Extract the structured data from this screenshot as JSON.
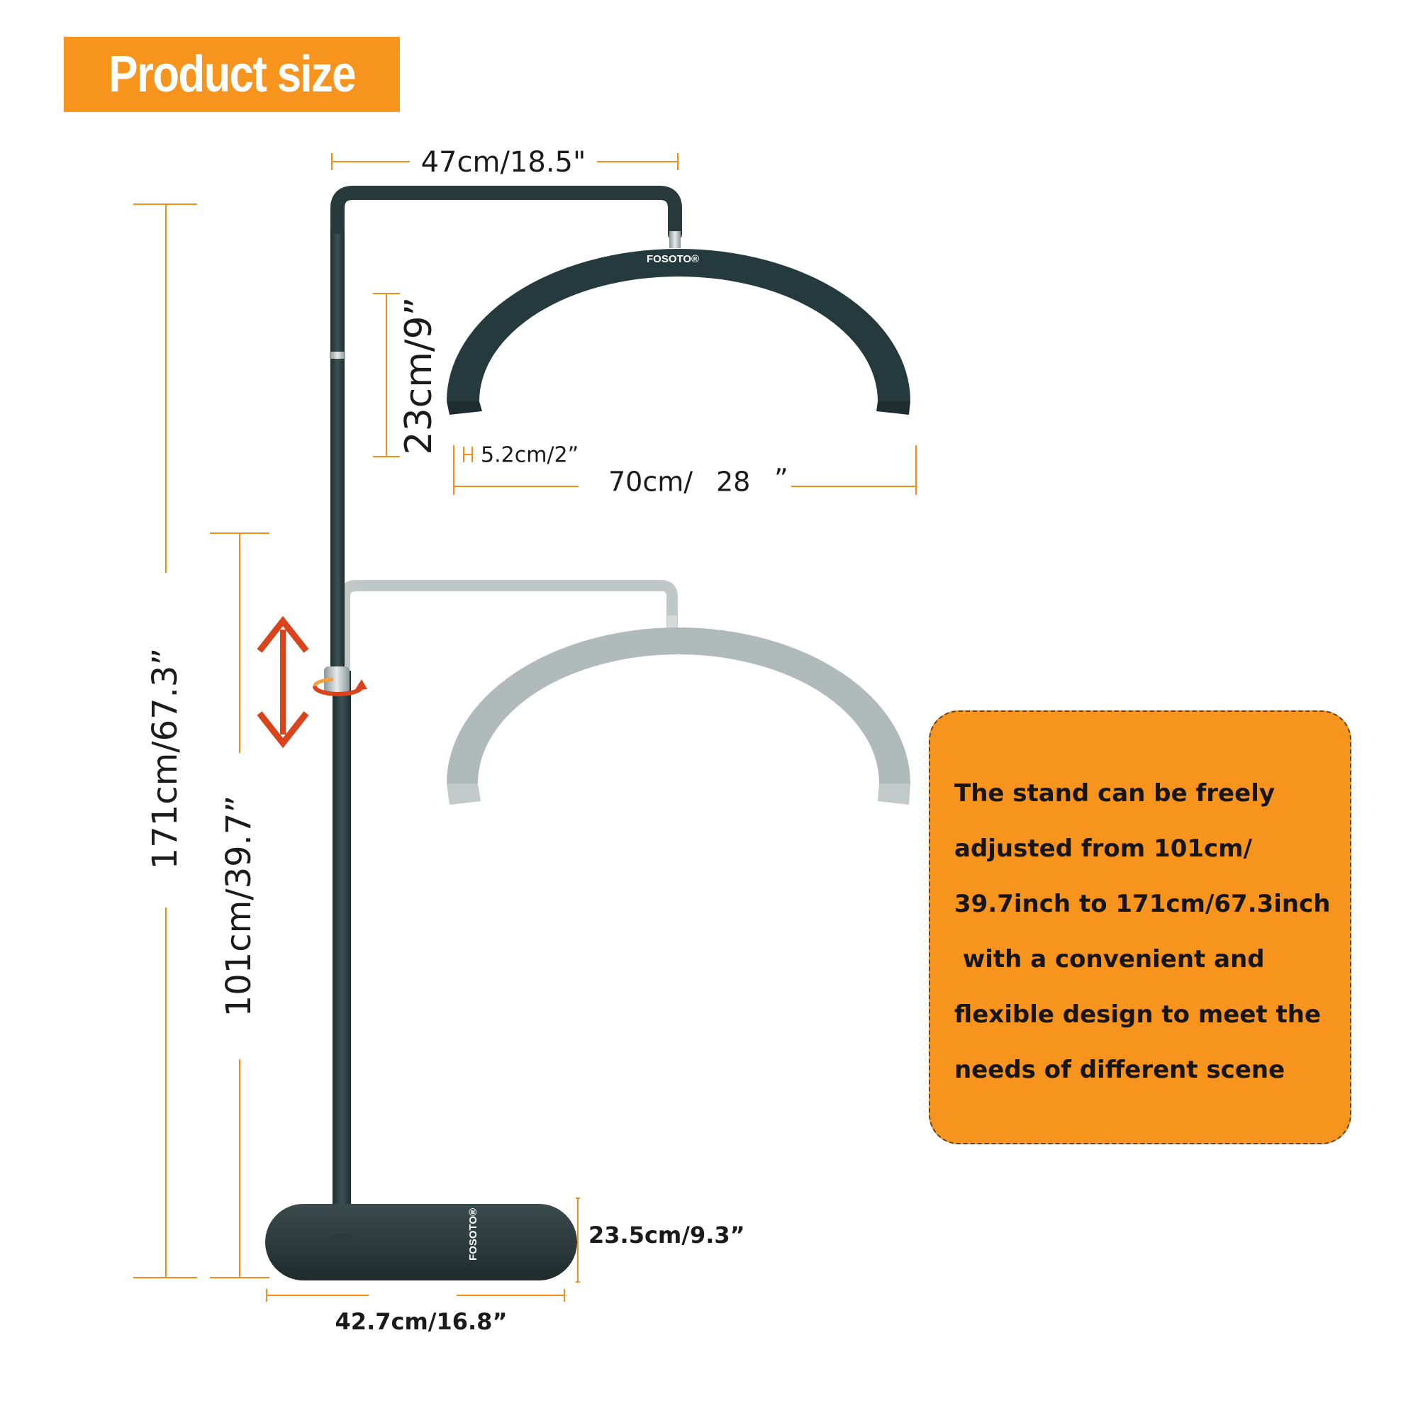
{
  "banner": {
    "title": "Product size"
  },
  "dimensions": {
    "arm_width": "47cm/18.5\"",
    "lamp_height": "23cm/9”",
    "lamp_depth": "5.2cm/2”",
    "lamp_width_cm": "70cm/",
    "lamp_width_in": "28",
    "lamp_width_mark": "”",
    "max_height": "171cm/67.3”",
    "min_height": "101cm/39.7”",
    "base_depth": "23.5cm/9.3”",
    "base_width": "42.7cm/16.8”"
  },
  "brand": {
    "lamp_logo": "FOSOTO®",
    "base_logo": "FOSOTO®"
  },
  "note": {
    "lines": [
      "The stand can be freely",
      "adjusted from 101cm/",
      "39.7inch to 171cm/67.3inch",
      " with a convenient and",
      "flexible design to meet the",
      "needs of different scene"
    ]
  },
  "colors": {
    "accent": "#f7941d",
    "stand": "#253a3c",
    "ghost_stand": "#a9b3b3",
    "arrow": "#d9441d"
  }
}
